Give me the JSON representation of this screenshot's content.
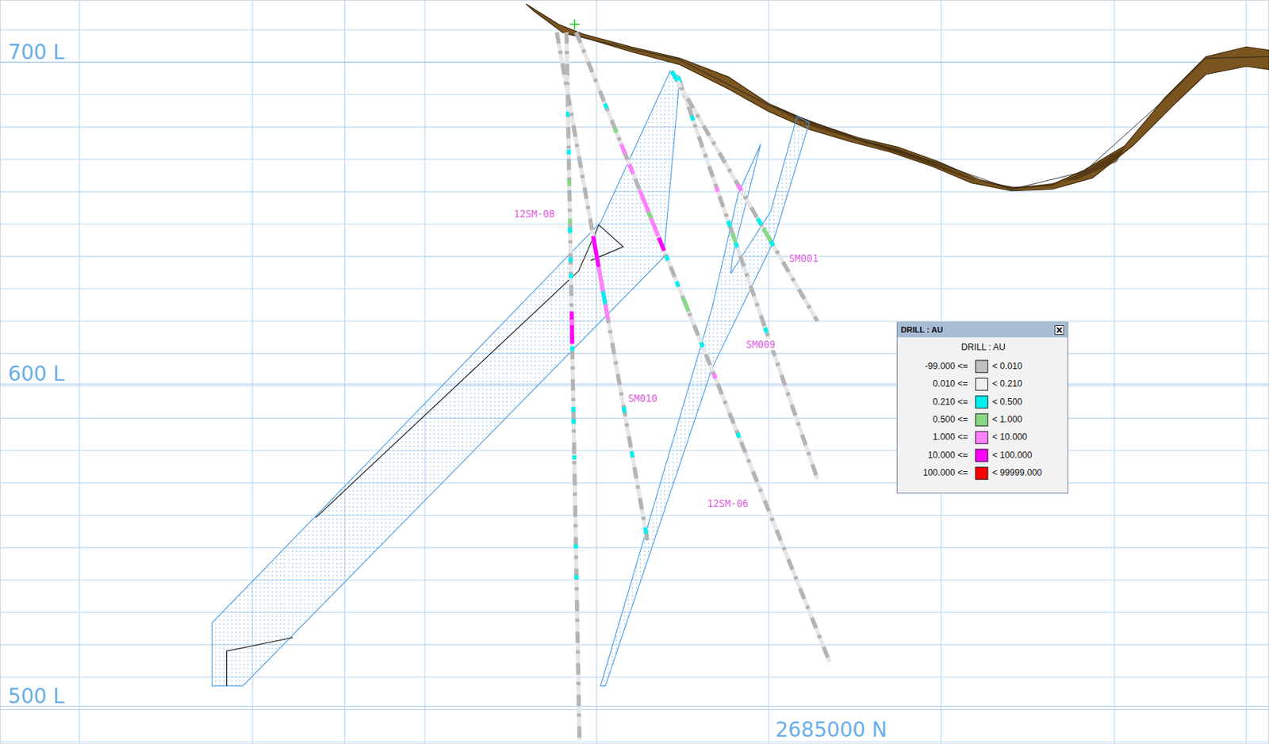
{
  "diagram": {
    "nodes": [
      {
        "text": [
          "DRILL : AU",
          "DRILL : AU"
        ]
      }
    ],
    "labels": [
      "700 L",
      "600 L",
      "500 L",
      "2685000 N",
      "12SM-08",
      "SM001",
      "SM009",
      "SM010",
      "12SM-06",
      "-99.000 <=",
      "0.010 <=",
      "0.210 <=",
      "0.500 <=",
      "1.000 <=",
      "10.000 <=",
      "100.000 <="
    ],
    "legend": [
      {
        "text": "< 0.010",
        "color": "#c0c0c0"
      },
      {
        "text": "< 0.210",
        "color": "#f0f0f0"
      },
      {
        "text": "< 0.500",
        "color": "#00f0f0"
      },
      {
        "text": "< 1.000",
        "color": "#88d888"
      },
      {
        "text": "< 10.000",
        "color": "#ff80ff"
      },
      {
        "text": "< 100.000",
        "color": "#ff00ff"
      },
      {
        "text": "< 99999.000",
        "color": "#ff0000"
      }
    ]
  }
}
